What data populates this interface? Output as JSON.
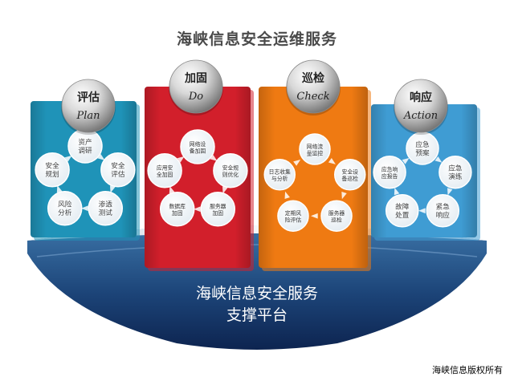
{
  "title": "海峡信息安全运维服务",
  "footer": "海峡信息版权所有",
  "platform": {
    "line1": "海峡信息安全服务",
    "line2": "支撑平台"
  },
  "phases": [
    {
      "cn": "评估",
      "en": "Plan",
      "color": "#1f93b8",
      "nodes": [
        "资产调研",
        "安全评估",
        "渗透测试",
        "风险分析",
        "安全规划"
      ]
    },
    {
      "cn": "加固",
      "en": "Do",
      "color": "#d21f2b",
      "nodes": [
        "网络设备加固",
        "安全规则优化",
        "服务器加固",
        "数据库加固",
        "应用安全加固"
      ]
    },
    {
      "cn": "巡检",
      "en": "Check",
      "color": "#ef7a12",
      "nodes": [
        "网络流量监控",
        "安全设备巡检",
        "服务器巡检",
        "定期风险评估",
        "日志收集与分析"
      ]
    },
    {
      "cn": "响应",
      "en": "Action",
      "color": "#3f9cd3",
      "nodes": [
        "应急预案",
        "应急演练",
        "紧急响应",
        "故障处置",
        "应急响应报告"
      ]
    }
  ]
}
